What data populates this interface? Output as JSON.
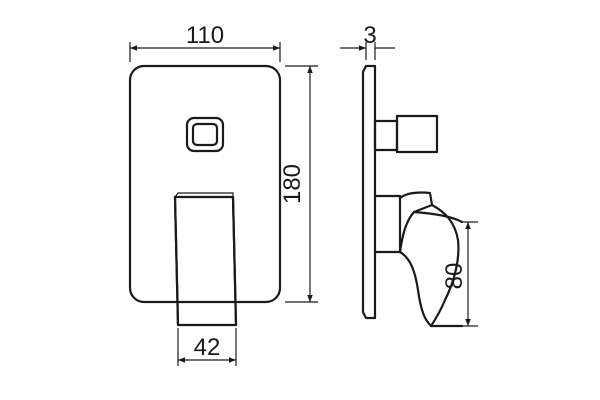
{
  "dimensions": {
    "width_top": "110",
    "thickness_top": "3",
    "height_side": "180",
    "handle_width_bottom": "42",
    "handle_height_right": "80"
  }
}
